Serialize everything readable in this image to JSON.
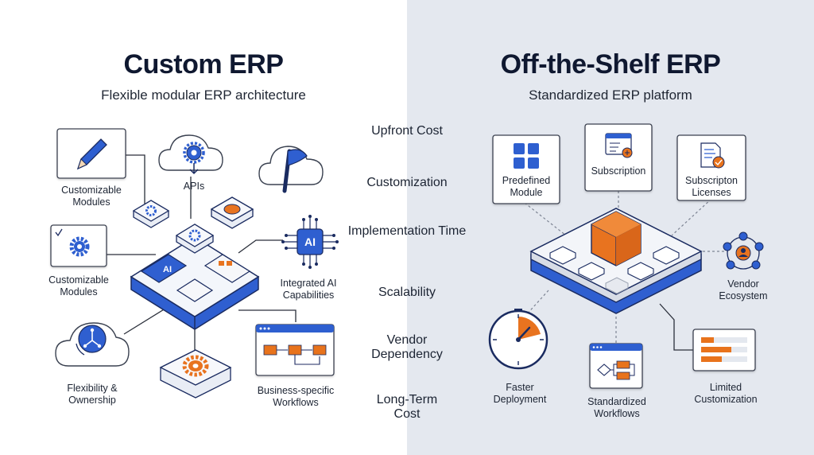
{
  "left": {
    "title": "Custom ERP",
    "subtitle": "Flexible modular ERP architecture",
    "labels": {
      "customizable_modules_1": "Customizable Modules",
      "apis": "APIs",
      "customizable_modules_2": "Customizable Modules",
      "integrated_ai": "Integrated AI Capabilities",
      "ai_chip": "AI",
      "flexibility": "Flexibility & Ownership",
      "workflows": "Business-specific Workflows"
    }
  },
  "right": {
    "title": "Off-the-Shelf ERP",
    "subtitle": "Standardized ERP platform",
    "labels": {
      "predefined_module": "Predefined Module",
      "subscription": "Subscription",
      "subscription_licenses": "Subscripton Licenses",
      "vendor_ecosystem": "Vendor Ecosystem",
      "faster_deployment": "Faster Deployment",
      "standardized_workflows": "Standardized Workflows",
      "limited_customization": "Limited Customization"
    }
  },
  "criteria": [
    "Upfront Cost",
    "Customization",
    "Implementation Time",
    "Scalability",
    "Vendor Dependency",
    "Long-Term Cost"
  ],
  "colors": {
    "blue": "#2f5fd0",
    "orange": "#e8731f",
    "navy": "#0f1830",
    "right_bg": "#e4e8ef"
  }
}
